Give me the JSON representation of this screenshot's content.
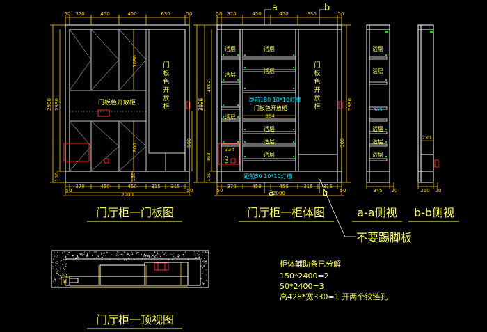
{
  "colors": {
    "background": "#000000",
    "outline": "#ffffff",
    "dimension": "#ffd400",
    "text": "#ffff66",
    "cyan": "#00e5ff",
    "red": "#ff2222",
    "green": "#00dd00",
    "grey": "#8a8a8a",
    "pink": "#ff9999"
  },
  "titles": {
    "door_view": "门厅柜一门板图",
    "body_view": "门厅柜一柜体图",
    "side_a": "a-a侧视",
    "side_b": "b-b侧视",
    "top_view": "门厅柜一顶视图",
    "no_kick": "不要踢脚板"
  },
  "section_marks": {
    "a": "a",
    "b": "b"
  },
  "door_view": {
    "top_dims": [
      "50",
      "370",
      "450",
      "450",
      "630",
      "50"
    ],
    "bottom_dims": [
      "50",
      "370",
      "450",
      "450",
      "315",
      "315",
      "50"
    ],
    "total": "2000",
    "left_dims": [
      "2930",
      "2930"
    ],
    "inner_dims": [
      "1080",
      "800",
      "150"
    ],
    "left_150": "150",
    "right_dims": [
      "2930",
      "900"
    ],
    "open_label": "门板色开放柜",
    "right_label": [
      "门",
      "板",
      "色",
      "开",
      "放",
      "柜"
    ]
  },
  "body_view": {
    "top_dims": [
      "50",
      "370",
      "450",
      "450",
      "630",
      "50"
    ],
    "bottom_dims": [
      "50",
      "370",
      "450",
      "450",
      "315",
      "315",
      "50"
    ],
    "total": "2000",
    "left_dims": [
      "2930",
      "1862",
      "150",
      "468"
    ],
    "right_dims": [
      "2930",
      "900"
    ],
    "shelf_label": "活层",
    "note_top": "距前180 10*10灯槽",
    "open_label": "门板色开放柜",
    "dim_864": "864",
    "dim_334": "334",
    "dim_432": "432",
    "note_bottom": "距前50  10*10灯槽",
    "right_label": [
      "门",
      "板",
      "色",
      "开",
      "放",
      "柜"
    ]
  },
  "side_a": {
    "shelf_label": "活层",
    "dim_365": "365",
    "bottom_dims": [
      "345",
      "20"
    ]
  },
  "side_b": {
    "dim_230": "230",
    "bottom_dims": [
      "210",
      "20"
    ]
  },
  "top_view": {
    "dims": [
      "45",
      "15"
    ]
  },
  "notes": {
    "heading": "柜体辅助条已分解",
    "lines": [
      "150*2400=2",
      "50*2400=3",
      "高428*宽330=1  开两个铰链孔"
    ]
  }
}
